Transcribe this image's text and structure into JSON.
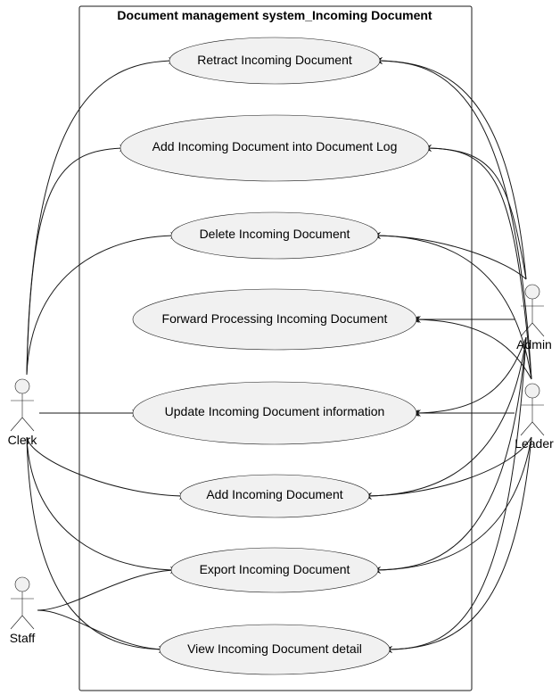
{
  "system": {
    "title": "Document management system_Incoming Document"
  },
  "use_cases": [
    {
      "id": "retract",
      "label": "Retract Incoming Document"
    },
    {
      "id": "add_log",
      "label": "Add Incoming Document into Document Log"
    },
    {
      "id": "delete",
      "label": "Delete Incoming Document"
    },
    {
      "id": "forward",
      "label": "Forward Processing Incoming Document"
    },
    {
      "id": "update",
      "label": "Update Incoming Document information"
    },
    {
      "id": "add",
      "label": "Add Incoming Document"
    },
    {
      "id": "export",
      "label": "Export Incoming Document"
    },
    {
      "id": "view",
      "label": "View Incoming Document detail"
    }
  ],
  "actors": [
    {
      "id": "clerk",
      "label": "Clerk"
    },
    {
      "id": "staff",
      "label": "Staff"
    },
    {
      "id": "admin",
      "label": "Admin"
    },
    {
      "id": "leader",
      "label": "Leader"
    }
  ],
  "associations": [
    {
      "from": "clerk",
      "to": "retract"
    },
    {
      "from": "clerk",
      "to": "add_log"
    },
    {
      "from": "clerk",
      "to": "delete"
    },
    {
      "from": "clerk",
      "to": "update"
    },
    {
      "from": "clerk",
      "to": "add"
    },
    {
      "from": "clerk",
      "to": "export"
    },
    {
      "from": "clerk",
      "to": "view"
    },
    {
      "from": "staff",
      "to": "export"
    },
    {
      "from": "staff",
      "to": "view"
    },
    {
      "from": "admin",
      "to": "retract"
    },
    {
      "from": "admin",
      "to": "add_log"
    },
    {
      "from": "admin",
      "to": "delete"
    },
    {
      "from": "admin",
      "to": "forward"
    },
    {
      "from": "admin",
      "to": "update"
    },
    {
      "from": "admin",
      "to": "add"
    },
    {
      "from": "admin",
      "to": "export"
    },
    {
      "from": "admin",
      "to": "view"
    },
    {
      "from": "leader",
      "to": "retract"
    },
    {
      "from": "leader",
      "to": "add_log"
    },
    {
      "from": "leader",
      "to": "delete"
    },
    {
      "from": "leader",
      "to": "forward"
    },
    {
      "from": "leader",
      "to": "update"
    },
    {
      "from": "leader",
      "to": "add"
    },
    {
      "from": "leader",
      "to": "export"
    },
    {
      "from": "leader",
      "to": "view"
    }
  ]
}
